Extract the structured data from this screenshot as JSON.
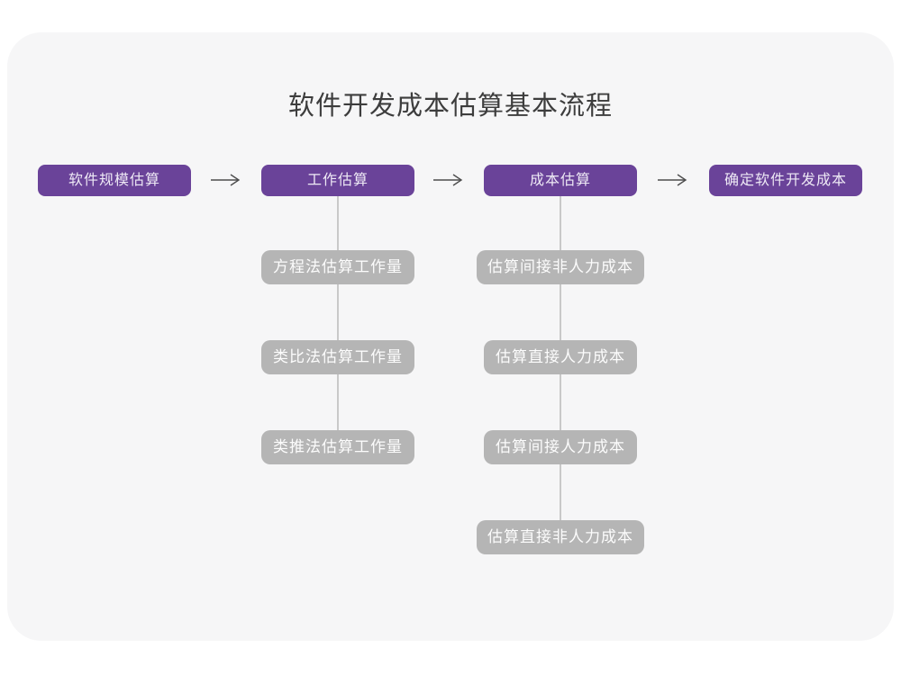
{
  "title": "软件开发成本估算基本流程",
  "colors": {
    "page_bg": "#ffffff",
    "card_bg": "#f6f6f7",
    "stage_bg": "#6a4399",
    "stage_text": "#eee9f5",
    "substep_bg": "#b5b5b5",
    "substep_text": "#fcfcfc",
    "connector": "#c9c9c9",
    "arrow": "#4d4d4d",
    "title_text": "#3d3d3d"
  },
  "flow": {
    "stages": [
      {
        "label": "软件规模估算",
        "substeps": []
      },
      {
        "label": "工作估算",
        "substeps": [
          {
            "label": "方程法估算工作量"
          },
          {
            "label": "类比法估算工作量"
          },
          {
            "label": "类推法估算工作量"
          }
        ]
      },
      {
        "label": "成本估算",
        "substeps": [
          {
            "label": "估算间接非人力成本"
          },
          {
            "label": "估算直接人力成本"
          },
          {
            "label": "估算间接人力成本"
          },
          {
            "label": "估算直接非人力成本"
          }
        ]
      },
      {
        "label": "确定软件开发成本",
        "substeps": []
      }
    ]
  }
}
